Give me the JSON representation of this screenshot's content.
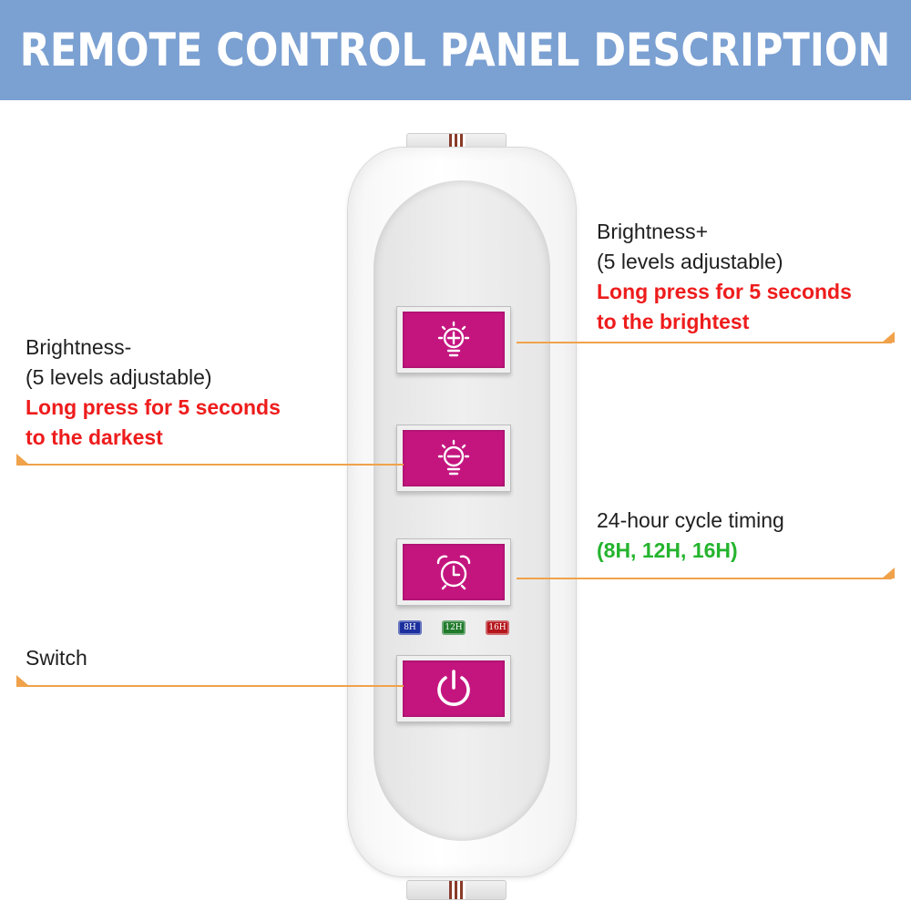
{
  "header": {
    "title": "REMOTE CONTROL PANEL DESCRIPTION"
  },
  "colors": {
    "banner": "#7ba0d2",
    "button_face": "#c4157f",
    "leader": "#f0a24a",
    "highlight_red": "#ee1c1c",
    "highlight_green": "#25b42e"
  },
  "callouts": {
    "brightness_plus": {
      "line1": "Brightness+",
      "line2": "(5 levels adjustable)",
      "line3": "Long press for 5 seconds",
      "line4": "to the brightest"
    },
    "brightness_minus": {
      "line1": "Brightness-",
      "line2": "(5 levels adjustable)",
      "line3": "Long press for 5 seconds",
      "line4": "to the darkest"
    },
    "timer": {
      "line1": "24-hour cycle timing",
      "line2": "(8H, 12H, 16H)"
    },
    "switch": {
      "line1": "Switch"
    }
  },
  "remote": {
    "buttons": [
      {
        "name": "brightness-up",
        "icon": "bulb-plus-icon"
      },
      {
        "name": "brightness-down",
        "icon": "bulb-minus-icon"
      },
      {
        "name": "timer",
        "icon": "alarm-clock-icon"
      },
      {
        "name": "power",
        "icon": "power-icon"
      }
    ],
    "timer_indicators": [
      {
        "label": "8H",
        "color": "#1b2f9e"
      },
      {
        "label": "12H",
        "color": "#1f7a2a"
      },
      {
        "label": "16H",
        "color": "#b5161c"
      }
    ]
  }
}
